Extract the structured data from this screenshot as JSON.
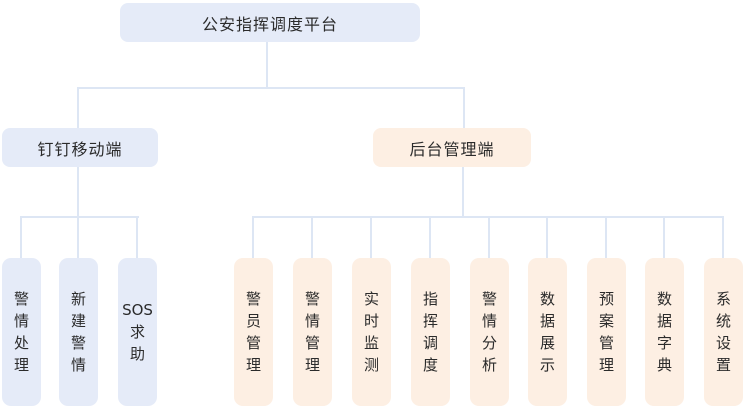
{
  "diagram": {
    "root": {
      "label": "公安指挥调度平台"
    },
    "mobile": {
      "label": "钉钉移动端",
      "children": [
        {
          "label": "警情处理",
          "display": "警\n情\n处\n理"
        },
        {
          "label": "新建警情",
          "display": "新\n建\n警\n情"
        },
        {
          "label": "SOS求助",
          "display": "SOS\n求\n助"
        }
      ]
    },
    "backend": {
      "label": "后台管理端",
      "children": [
        {
          "label": "警员管理",
          "display": "警\n员\n管\n理"
        },
        {
          "label": "警情管理",
          "display": "警\n情\n管\n理"
        },
        {
          "label": "实时监测",
          "display": "实\n时\n监\n测"
        },
        {
          "label": "指挥调度",
          "display": "指\n挥\n调\n度"
        },
        {
          "label": "警情分析",
          "display": "警\n情\n分\n析"
        },
        {
          "label": "数据展示",
          "display": "数\n据\n展\n示"
        },
        {
          "label": "预案管理",
          "display": "预\n案\n管\n理"
        },
        {
          "label": "数据字典",
          "display": "数\n据\n字\n典"
        },
        {
          "label": "系统设置",
          "display": "系\n统\n设\n置"
        }
      ]
    },
    "colors": {
      "blue_fill": "#e5ebf8",
      "orange_fill": "#fdefe3",
      "connector_line": "#dde6f4",
      "text": "#2b2b2b"
    }
  }
}
